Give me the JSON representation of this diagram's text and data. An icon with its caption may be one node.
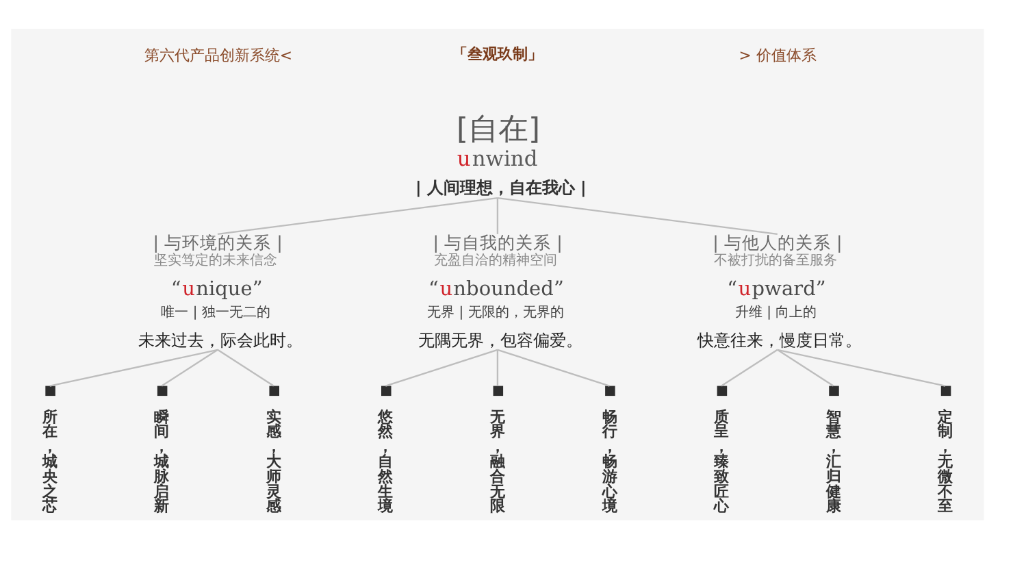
{
  "diagram": {
    "nodes": [
      {
        "text": [
          "[自在]",
          "unwind",
          "| 人间理想，自在我心 |"
        ]
      },
      {
        "text": [
          "| 与环境的关系 |",
          "坚实笃定的未来信念",
          "“unique”",
          "唯一 | 独一无二的",
          "未来过去，际会此时。"
        ]
      },
      {
        "text": [
          "| 与自我的关系 |",
          "充盈自洽的精神空间",
          "“unbounded”",
          "无界 | 无限的，无界的",
          "无隅无界，包容偏爱。"
        ]
      },
      {
        "text": [
          "| 与他人的关系 |",
          "不被打扰的备至服务",
          "“upward”",
          "升维 | 向上的",
          "快意往来，慢度日常。"
        ]
      },
      {
        "text": [
          "所在，城央之芯"
        ]
      },
      {
        "text": [
          "瞬间，城脉启新"
        ]
      },
      {
        "text": [
          "实感，大师灵感"
        ]
      },
      {
        "text": [
          "悠然，自然生境"
        ]
      },
      {
        "text": [
          "无界，融合无限"
        ]
      },
      {
        "text": [
          "畅行，畅游心境"
        ]
      },
      {
        "text": [
          "质呈，臻致匠心"
        ]
      },
      {
        "text": [
          "智慧，汇归健康"
        ]
      },
      {
        "text": [
          "定制，无微不至"
        ]
      }
    ],
    "edges": [
      {
        "from": 0,
        "to": 1,
        "arrow": "none"
      },
      {
        "from": 0,
        "to": 2,
        "arrow": "none"
      },
      {
        "from": 0,
        "to": 3,
        "arrow": "none"
      },
      {
        "from": 1,
        "to": 4,
        "arrow": "none"
      },
      {
        "from": 1,
        "to": 5,
        "arrow": "none"
      },
      {
        "from": 1,
        "to": 6,
        "arrow": "none"
      },
      {
        "from": 2,
        "to": 7,
        "arrow": "none"
      },
      {
        "from": 2,
        "to": 8,
        "arrow": "none"
      },
      {
        "from": 2,
        "to": 9,
        "arrow": "none"
      },
      {
        "from": 3,
        "to": 10,
        "arrow": "none"
      },
      {
        "from": 3,
        "to": 11,
        "arrow": "none"
      },
      {
        "from": 3,
        "to": 12,
        "arrow": "none"
      }
    ],
    "labels": [
      "第六代产品创新系统<",
      "「叁观玖制」",
      "> 价值体系"
    ]
  }
}
